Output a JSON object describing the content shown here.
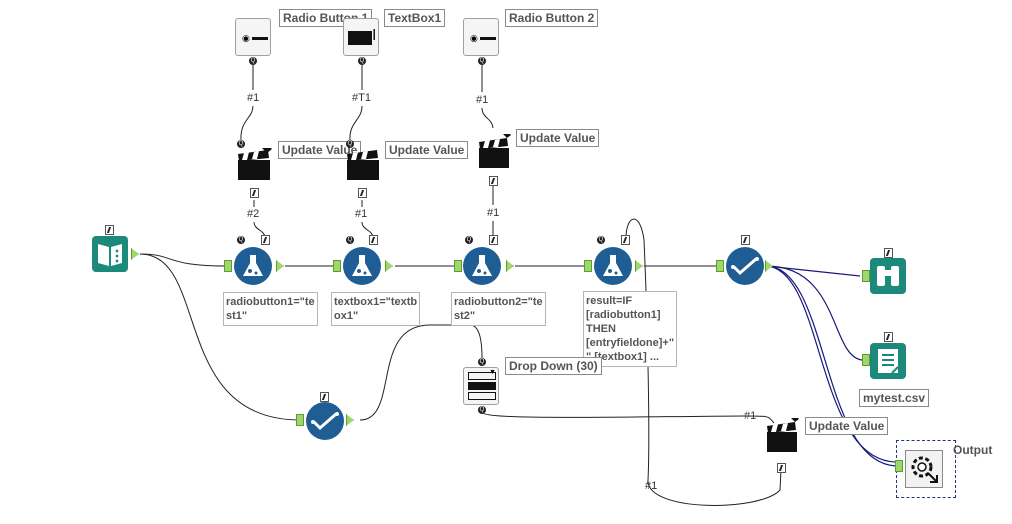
{
  "canvas": {
    "interface_tools": [
      {
        "id": "radio1",
        "label": "Radio Button 1"
      },
      {
        "id": "textbox1",
        "label": "TextBox1"
      },
      {
        "id": "radio2",
        "label": "Radio Button 2"
      },
      {
        "id": "dropdown",
        "label": "Drop Down (30)"
      }
    ],
    "actions": [
      {
        "id": "action1",
        "label": "Update Value"
      },
      {
        "id": "action2",
        "label": "Update Value"
      },
      {
        "id": "action3",
        "label": "Update Value"
      },
      {
        "id": "action4",
        "label": "Update Value"
      }
    ],
    "formulas": [
      {
        "id": "formula1",
        "expr": "radiobutton1=\"te\nst1\""
      },
      {
        "id": "formula2",
        "expr": "textbox1=\"textb\nox1\""
      },
      {
        "id": "formula3",
        "expr": "radiobutton2=\"te\nst2\""
      },
      {
        "id": "formula4",
        "expr": "result=IF\n[radiobutton1]\nTHEN\n[entryfieldone]+\"\n\" [textbox1] ..."
      }
    ],
    "outputs": {
      "file_label": "mytest.csv",
      "macro_output_label": "Output"
    },
    "wire_labels": {
      "radio1_out": "#1",
      "textbox1_out": "#T1",
      "radio2_out": "#1",
      "action1_out": "#2",
      "action2_out": "#1",
      "action3_out": "#1",
      "dropdown_out": "#1",
      "action4_out": "#1"
    }
  }
}
